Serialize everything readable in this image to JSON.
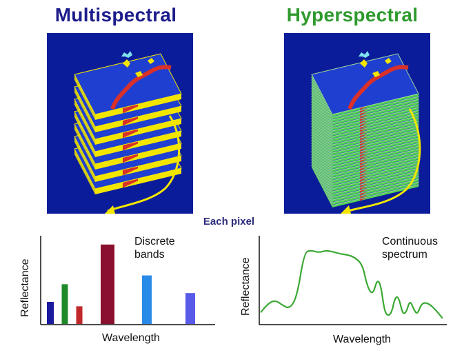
{
  "titles": {
    "multispectral": "Multispectral",
    "hyperspectral": "Hyperspectral"
  },
  "center_label": "Each pixel",
  "colors": {
    "multispectral_title": "#1c1c8c",
    "hyperspectral_title": "#2e9a2e",
    "panel_bg": "#0b1c9a",
    "layer_blue": "#1f3fd0",
    "ms_layer_edge": "#f2e600",
    "hs_layer_edge": "#4fd14f",
    "pixel_column": "#d9302a",
    "curve": "#3aa832"
  },
  "chart_data": [
    {
      "type": "bar",
      "title": "",
      "xlabel": "Wavelength",
      "ylabel": "Reflectance",
      "annotation": [
        "Discrete",
        "bands"
      ],
      "values": [
        0.25,
        0.45,
        0.2,
        0.9,
        0.55,
        0.35
      ],
      "bar_colors": [
        "#1a1aa0",
        "#1f8a2a",
        "#c0282a",
        "#8a1030",
        "#2a8ae8",
        "#5a5ae8"
      ],
      "ylim": [
        0,
        1
      ]
    },
    {
      "type": "line",
      "title": "",
      "xlabel": "Wavelength",
      "ylabel": "Reflectance",
      "annotation": [
        "Continuous",
        "spectrum"
      ],
      "x": [
        0,
        0.04,
        0.08,
        0.12,
        0.16,
        0.2,
        0.24,
        0.28,
        0.32,
        0.36,
        0.4,
        0.44,
        0.48,
        0.52,
        0.56,
        0.58,
        0.6,
        0.62,
        0.64,
        0.66,
        0.68,
        0.7,
        0.72,
        0.74,
        0.76,
        0.78,
        0.8,
        0.82,
        0.84,
        0.86,
        0.88,
        0.9,
        0.93,
        0.96,
        1.0
      ],
      "y": [
        0.1,
        0.22,
        0.27,
        0.2,
        0.15,
        0.32,
        0.93,
        0.95,
        0.92,
        0.95,
        0.93,
        0.9,
        0.89,
        0.85,
        0.75,
        0.52,
        0.38,
        0.37,
        0.55,
        0.48,
        0.12,
        0.05,
        0.1,
        0.32,
        0.3,
        0.08,
        0.1,
        0.27,
        0.15,
        0.07,
        0.2,
        0.24,
        0.21,
        0.14,
        0.02
      ],
      "ylim": [
        0,
        1
      ]
    }
  ]
}
